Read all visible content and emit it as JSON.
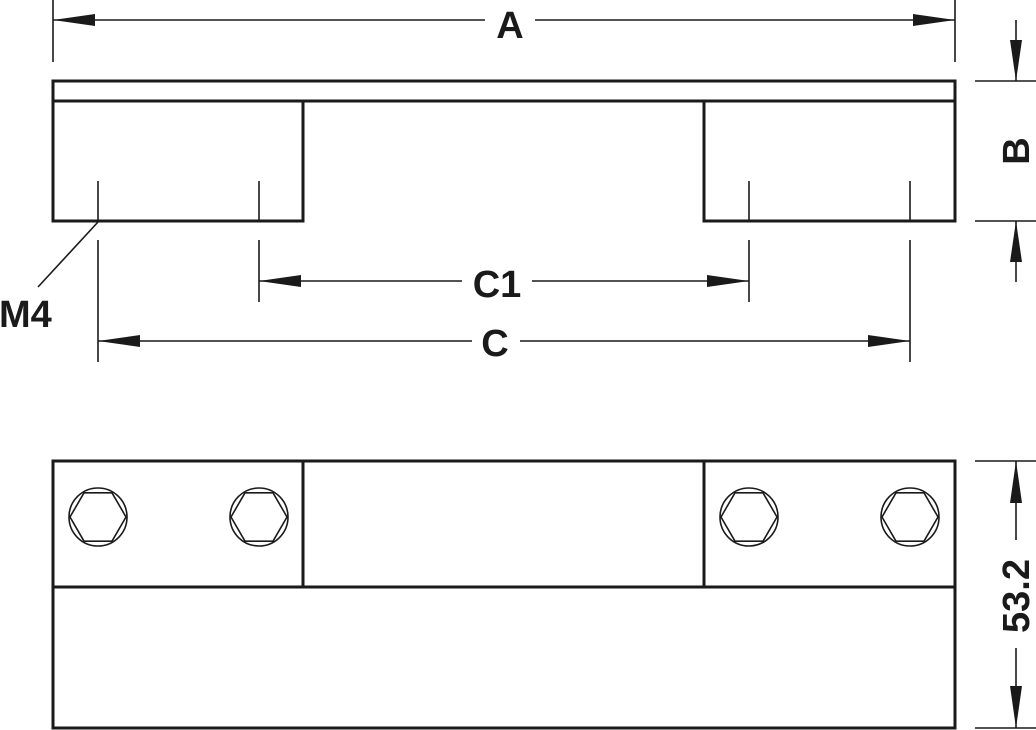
{
  "labels": {
    "length": "A",
    "height": "B",
    "hole_spacing_inner": "C1",
    "hole_spacing_outer": "C",
    "thread": "M4",
    "depth": "53.2"
  },
  "colors": {
    "line": "#1a1a1a",
    "background": "#ffffff"
  }
}
